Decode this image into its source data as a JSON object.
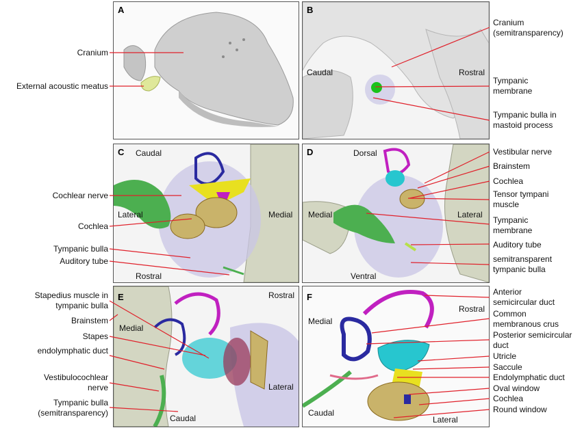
{
  "panels": {
    "A": {
      "letter": "A",
      "orientation": []
    },
    "B": {
      "letter": "B",
      "orientation": [
        "Caudal",
        "Rostral"
      ]
    },
    "C": {
      "letter": "C",
      "orientation": [
        "Caudal",
        "Lateral",
        "Medial",
        "Rostral"
      ]
    },
    "D": {
      "letter": "D",
      "orientation": [
        "Dorsal",
        "Medial",
        "Lateral",
        "Ventral"
      ]
    },
    "E": {
      "letter": "E",
      "orientation": [
        "Rostral",
        "Medial",
        "Lateral",
        "Caudal"
      ]
    },
    "F": {
      "letter": "F",
      "orientation": [
        "Rostral",
        "Medial",
        "Caudal",
        "Lateral"
      ]
    }
  },
  "labels": {
    "A": [
      "Cranium",
      "External acoustic meatus"
    ],
    "B": [
      "Cranium (semitransparency)",
      "Tympanic membrane",
      "Tympanic bulla in mastoid process"
    ],
    "C": [
      "Cochlear nerve",
      "Cochlea",
      "Tympanic bulla",
      "Auditory tube"
    ],
    "D": [
      "Vestibular nerve",
      "Brainstem",
      "Cochlea",
      "Tensor tympani muscle",
      "Tympanic membrane",
      "Auditory tube",
      "semitransparent tympanic bulla"
    ],
    "E": [
      "Stapedius muscle in tympanic bulla",
      "Brainstem",
      "Stapes",
      "endolymphatic duct",
      "Vestibulocochlear nerve",
      "Tympanic bulla (semitransparency)"
    ],
    "F": [
      "Anterior semicircular duct",
      "Common membranous crus",
      "Posterior semicircular duct",
      "Utricle",
      "Saccule",
      "Endolymphatic duct",
      "Oval window",
      "Cochlea",
      "Round window"
    ]
  },
  "colors": {
    "leader": "#e0202a",
    "bone": "#d9d9d9",
    "bulla": "#c9c6e6",
    "cochlea": "#c9b36a",
    "nerve": "#4caf50",
    "anterior_duct": "#c020c0",
    "posterior_duct": "#2a2aa0",
    "utricle": "#27c6cf",
    "saccule": "#e8e020",
    "membrane": "#19c219"
  }
}
